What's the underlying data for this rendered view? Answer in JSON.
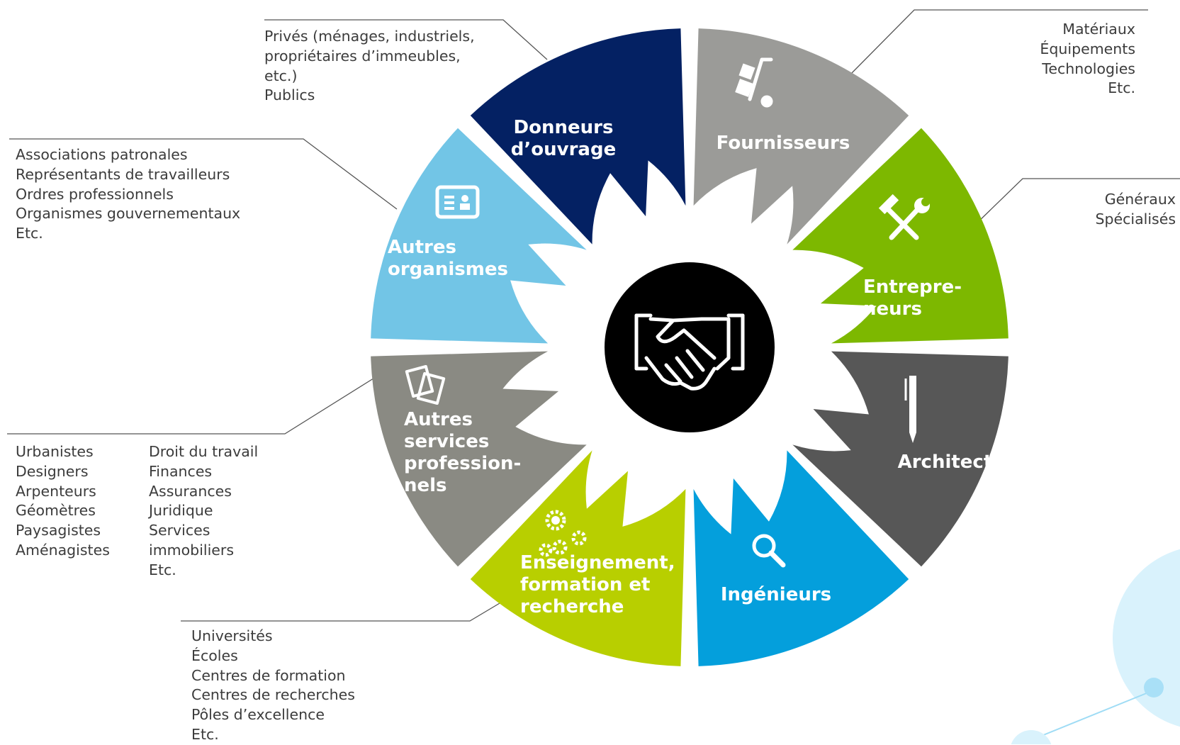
{
  "segments": [
    {
      "label_lines": [
        "Donneurs",
        "d’ouvrage"
      ],
      "color": "#042163",
      "icon": "none"
    },
    {
      "label_lines": [
        "Fournisseurs"
      ],
      "color": "#9b9b98",
      "icon": "hand-truck-icon"
    },
    {
      "label_lines": [
        "Entrepre-",
        "neurs"
      ],
      "color": "#7db800",
      "icon": "hammer-wrench-icon"
    },
    {
      "label_lines": [
        "Architectes"
      ],
      "color": "#575757",
      "icon": "pen-icon"
    },
    {
      "label_lines": [
        "Ingénieurs"
      ],
      "color": "#049fdc",
      "icon": "magnifier-icon"
    },
    {
      "label_lines": [
        "Enseignement,",
        "formation et",
        "recherche"
      ],
      "color": "#b8cf00",
      "icon": "gears-icon"
    },
    {
      "label_lines": [
        "Autres",
        "services",
        "profession-",
        "nels"
      ],
      "color": "#8a8a83",
      "icon": "documents-icon"
    },
    {
      "label_lines": [
        "Autres",
        "organismes"
      ],
      "color": "#72c5e6",
      "icon": "id-card-icon"
    }
  ],
  "center_icon": "handshake-icon",
  "notes": {
    "donneurs": [
      "Privés (ménages, industriels,",
      "propriétaires d’immeubles,",
      "etc.)",
      "Publics"
    ],
    "fournisseurs": [
      "Matériaux",
      "Équipements",
      "Technologies",
      "Etc."
    ],
    "entrepreneurs": [
      "Généraux",
      "Spécialisés"
    ],
    "autres_organismes": [
      "Associations patronales",
      "Représentants de travailleurs",
      "Ordres professionnels",
      "Organismes gouvernementaux",
      "Etc."
    ],
    "services_col1": [
      "Urbanistes",
      "Designers",
      "Arpenteurs",
      "Géomètres",
      "Paysagistes",
      "Aménagistes"
    ],
    "services_col2": [
      "Droit du travail",
      "Finances",
      "Assurances",
      "Juridique",
      "Services",
      "immobiliers",
      "Etc."
    ],
    "enseignement": [
      "Universités",
      "Écoles",
      "Centres de formation",
      "Centres de recherches",
      "Pôles d’excellence",
      "Etc."
    ]
  },
  "colors": {
    "leader_line": "#555555",
    "note_text": "#3c3c3c",
    "center": "#000000",
    "accent_decoration": "#cfeefb"
  }
}
